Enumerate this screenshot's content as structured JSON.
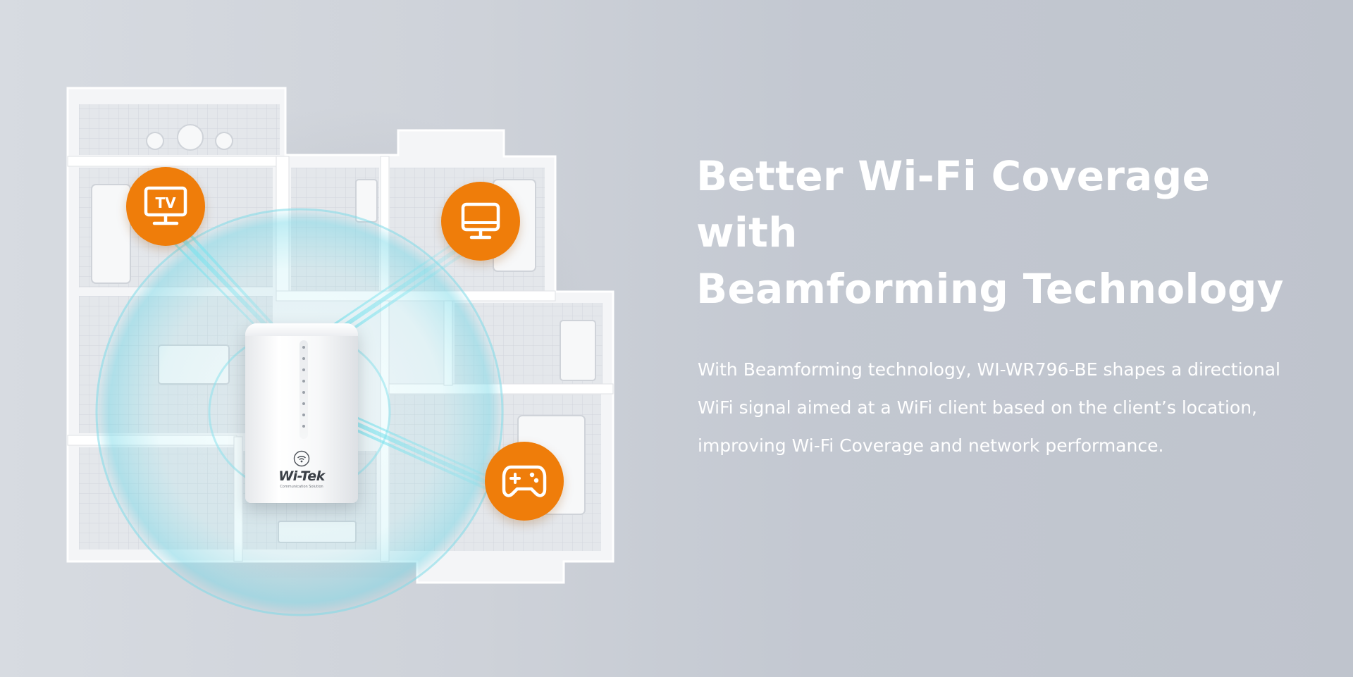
{
  "headline": {
    "line1": "Better Wi-Fi Coverage with",
    "line2": "Beamforming Technology"
  },
  "description": "With Beamforming technology,  WI-WR796-BE shapes a directional WiFi signal aimed at a WiFi client based on the client’s location, improving Wi-Fi Coverage and network performance.",
  "badges": {
    "tv": {
      "icon": "tv-icon",
      "label": "TV"
    },
    "monitor": {
      "icon": "monitor-icon"
    },
    "game": {
      "icon": "gamepad-icon"
    }
  },
  "router": {
    "brand": "Wi-Tek",
    "tagline": "Communication Solution"
  },
  "colors": {
    "accent_orange": "#ef7d0a",
    "signal_cyan": "#7fdde8",
    "text": "#ffffff",
    "background": "#c3c8d1"
  }
}
